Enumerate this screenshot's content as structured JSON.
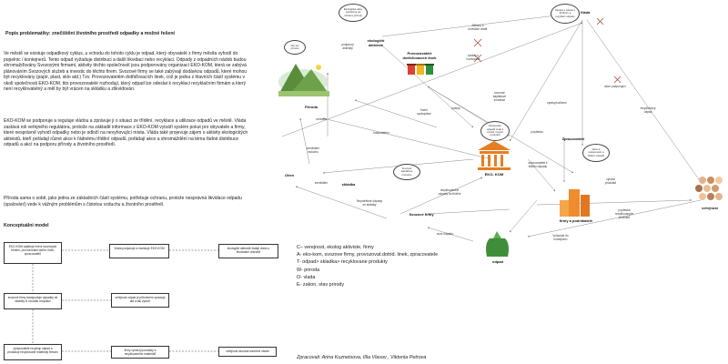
{
  "text_panel": {
    "title": "Popis problematiky: znečištění životního prostředí odpadky a možné řešení",
    "p1": "Ve městě se existuje odpadkový cyklus, u vchodu do tohoto cyklu je odpad, který obyvatelé z firmy měsíta vyhodí do popelnic / kontejnerů. Tento odpad vyžaduje distribuci a další likvidaci nebo recyklaci. Odpady z odpadních nádob budou shromažďovány Svozovými firmami, aktivity těchto společností jsou podporovány organizací EKO-KOM, která se zabývá plánováním Svozových služeb a investic do těchto firem. Svozové firmy se také zabývají dodávkou odpadů, které mohou být recyklovány (papír, plast, sklo atd.) Tzv. Provozovatelém dotřiďovacích linek, což je jedna z hlavních částí systému v okolí společnosti EKO-KOM, tito provozovatelé rozhodují, který odpad lze odeslat k recyklaci recyklačním firmám a který není recyklovatelný a měl by být vrácen na skládku a zlikvidován.",
    "p2": "EKO-KOM se podporuje a reguluje vládou a zprávuje ji o situaci ze třídění, recyklace a utilizace odpadů ve městě. Vláda zastává roli veřejného regulátora, protože na základě informace z EKO-KOM vytváří systém pokut pro obyvatele a firmy, které nesprávně vyhodí odpadky nebo je odloží na nevyhovující místa. Vláda také projevuje zájem o aktivity ekologických aktivistů, kteří pořádají různé akce k řádnému třídění odpadů, pořádají akce a shromáždění na téma řádné distribuce odpadů a akcí na podporu přírody a životního prostředí.",
    "p3": "Příroda sama o sobě, jako jedna ze základních částí systému, potřebuje ochranu, protože nesprávná likvidace odpadu (spalování) vede k vážným problémům s čistotou vzduchu a životního prostředí."
  },
  "conceptual_model": {
    "title": "Konceptuální model",
    "boxes": [
      "EKO-KOM zajišťuje řízení svozových firmem, provozovatel dotřid. linek, zpracovatelů",
      "Vláda podporuje a investuje EKO-KOM",
      "ekologičtí aktivisté žádají vládu o libovlastní ohledně",
      "svozové firmy transportuje odpadky do skládky či na další recyklaci",
      "veřejnost odpad je přítomném zpracuje atd a tak vytvoří",
      "zpracovatelé recyklují odpad a produkují recyklované materiály firmam",
      "firmy vyrobují produkty a recyklovaného materiálů",
      "veřejnost zkoumá konečné obsah"
    ]
  },
  "legend": {
    "lines": [
      "C– verejnost, ekolog aktiviste, firmy",
      "A- eko-kom, svozove firmy, provozovat.dotrid. linek, zpracovatele",
      "T- odpad> skladka> recyklovane produkty",
      "W- priroda",
      "O- vlada",
      "E- zakon, stav prirody"
    ]
  },
  "authors": "Zpracovali: Arina Kuznetsova, Illia Vlasov , Viktoriia Petrova",
  "diagram": {
    "nodes": {
      "aktiviste": "ekologičtí aktivisté",
      "provozovatele": "Provozovatelé dotřiďovacích linek",
      "vlada": "Vláda",
      "priroda": "Příroda",
      "eko_kom": "EKO- KOM",
      "zpracovatele": "Zpracovatelé",
      "firmy": "firmy a podnikatelé",
      "verejnost": "veřejnost",
      "odpad": "odpad",
      "svozove": "Svozové firmy",
      "skladka": "skládka",
      "ohen": "Ohen"
    },
    "bubbles": [
      "Ekologické akce zaměřené na ochranu přírody",
      "Vše pro přírodu",
      "Zpráva o situaci s tříděním a recyklací odpadu",
      "Svozové kapitálové investice",
      "Zpracování odpadů vede k výrobě nových produktů",
      "Akce k nakupování a třídění odpadů"
    ],
    "edge_labels": [
      "Zákony a investice vládě",
      "podporují aktivisty",
      "zprávy/nařízení",
      "svozové kapitálové investice",
      "výroba produktů",
      "zprávy o hodnocení",
      "akce podporující",
      "recyklovaný odpad",
      "poptávka",
      "odvozovatelé k třídění odpadu",
      "řízení spolupráce",
      "poptávka recyklovaných produktů",
      "svoz odpadu",
      "Vyhazuje do kontejneru",
      "pokuty",
      "znečištění vzduchu",
      "znečištění",
      "ochrana",
      "hospodaření",
      "Nepotřebné odpady do skládky",
      "recyklovatelné odpady do třídění"
    ]
  }
}
